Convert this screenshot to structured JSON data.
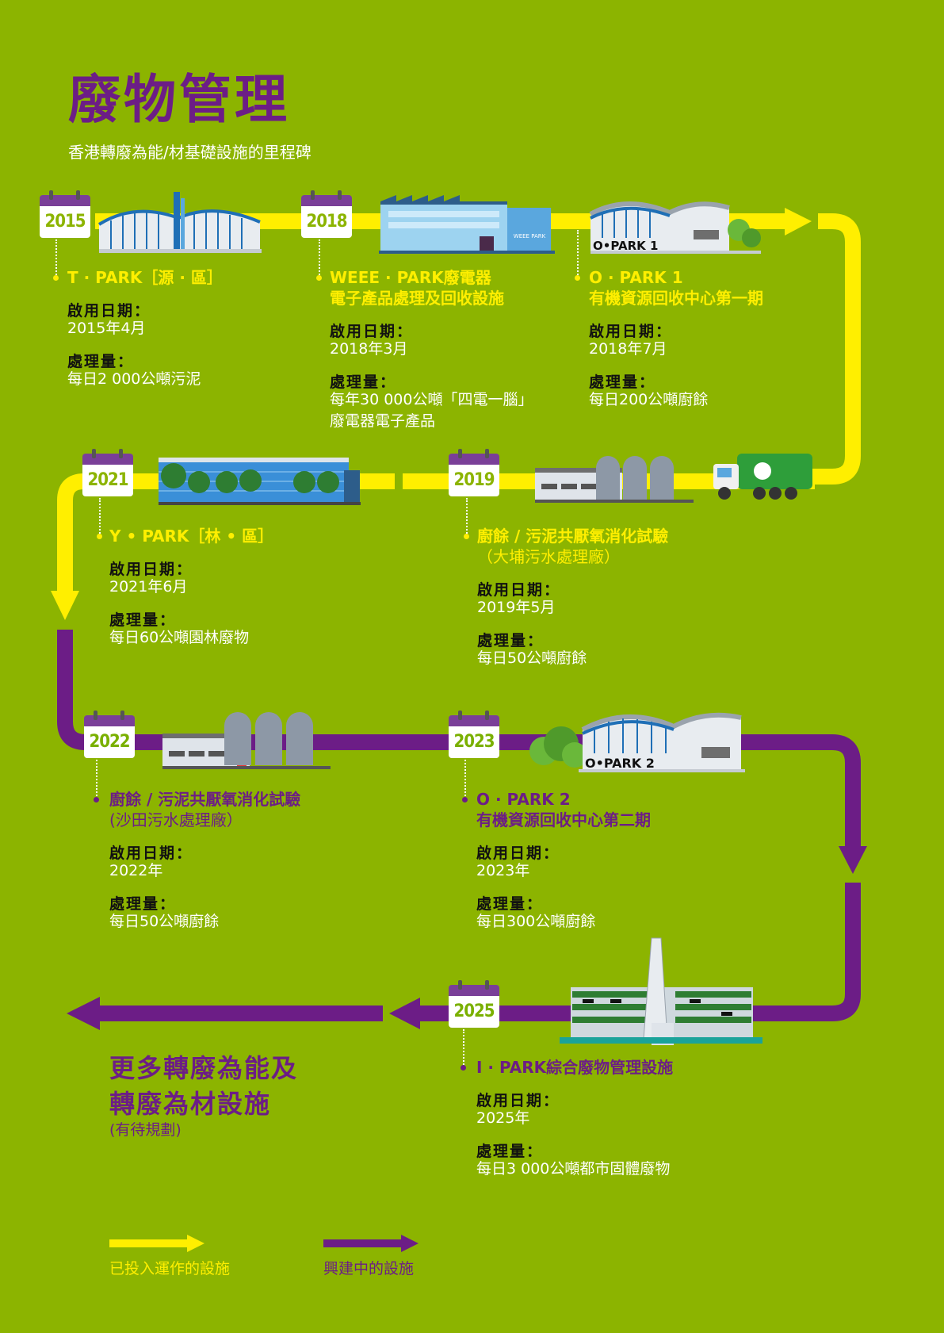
{
  "title": "廢物管理",
  "subtitle": "香港轉廢為能/材基礎設施的里程碑",
  "labels": {
    "start": "啟用日期：",
    "capacity": "處理量："
  },
  "colors": {
    "background": "#8cb400",
    "operational": "#ffef00",
    "under_construction": "#6c1d86",
    "purple_text": "#6c1d86"
  },
  "facilities": [
    {
      "year": "2015",
      "name": [
        "T · PARK［源 · 區］"
      ],
      "start": "2015年4月",
      "capacity": [
        "每日2 000公噸污泥"
      ],
      "status": "operational"
    },
    {
      "year": "2018",
      "name": [
        "WEEE · PARK廢電器",
        "電子產品處理及回收設施"
      ],
      "start": "2018年3月",
      "capacity": [
        "每年30 000公噸「四電一腦」",
        "廢電器電子產品"
      ],
      "status": "operational",
      "building_sign": "WEEE PARK"
    },
    {
      "year": "",
      "name": [
        "O · PARK 1",
        "有機資源回收中心第一期"
      ],
      "start": "2018年7月",
      "capacity": [
        "每日200公噸廚餘"
      ],
      "status": "operational",
      "building_sign": "O•PARK 1"
    },
    {
      "year": "2019",
      "name": [
        "廚餘 / 污泥共厭氧消化試驗",
        "（大埔污水處理廠）"
      ],
      "start": "2019年5月",
      "capacity": [
        "每日50公噸廚餘"
      ],
      "status": "operational"
    },
    {
      "year": "2021",
      "name": [
        "Y • PARK［林 • 區］"
      ],
      "start": "2021年6月",
      "capacity": [
        "每日60公噸園林廢物"
      ],
      "status": "operational"
    },
    {
      "year": "2022",
      "name": [
        "廚餘 / 污泥共厭氧消化試驗",
        "(沙田污水處理廠）"
      ],
      "start": "2022年",
      "capacity": [
        "每日50公噸廚餘"
      ],
      "status": "under_construction"
    },
    {
      "year": "2023",
      "name": [
        "O · PARK 2",
        "有機資源回收中心第二期"
      ],
      "start": "2023年",
      "capacity": [
        "每日300公噸廚餘"
      ],
      "status": "under_construction",
      "building_sign": "O•PARK 2"
    },
    {
      "year": "2025",
      "name": [
        "I · PARK綜合廢物管理設施"
      ],
      "start": "2025年",
      "capacity": [
        "每日3 000公噸都市固體廢物"
      ],
      "status": "under_construction"
    }
  ],
  "future": {
    "line1": "更多轉廢為能及",
    "line2": "轉廢為材設施",
    "note": "(有待規劃)"
  },
  "legend": [
    {
      "label": "已投入運作的設施",
      "color": "#ffef00"
    },
    {
      "label": "興建中的設施",
      "color": "#6c1d86"
    }
  ],
  "icons": [
    "calendar-icon",
    "building-illustration",
    "garbage-truck-icon",
    "recycle-icon",
    "arrow-icon",
    "tree-icon",
    "digester-tank-icon"
  ]
}
